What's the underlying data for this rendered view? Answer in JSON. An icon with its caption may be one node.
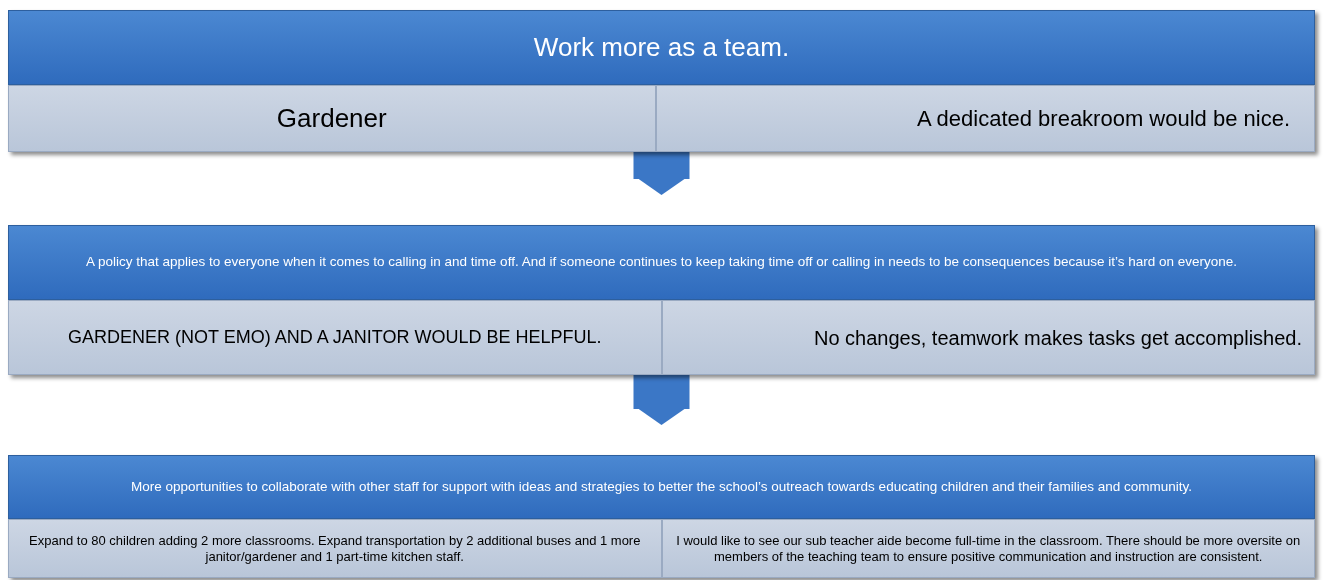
{
  "diagram": {
    "nodes": [
      {
        "text": [
          "Work more as a team."
        ]
      },
      {
        "text": [
          "Gardener"
        ],
        "in": 0
      },
      {
        "text": [
          "A dedicated breakroom would be nice."
        ],
        "in": 0
      },
      {
        "text": [
          "A policy that applies to everyone when it comes to calling in and time off. And if someone continues to keep taking time off or calling in needs to be consequences because it’s hard on everyone."
        ]
      },
      {
        "text": [
          "GARDENER (NOT EMO) AND A JANITOR WOULD BE HELPFUL."
        ],
        "in": 3
      },
      {
        "text": [
          "No changes, teamwork makes tasks get accomplished."
        ],
        "in": 3
      },
      {
        "text": [
          "More opportunities to collaborate with other staff for support with ideas and strategies to better the school’s outreach towards educating children and their families and community."
        ]
      },
      {
        "text": [
          "Expand to 80 children adding 2 more classrooms. Expand transportation by 2 additional buses and 1 more janitor/gardener and 1 part-time kitchen staff."
        ],
        "in": 6
      },
      {
        "text": [
          "I would like to see our sub teacher aide become full-time in the classroom. There should be more oversite on members of the teaching team to ensure positive communication and instruction are consistent."
        ],
        "in": 6
      }
    ],
    "edges": [
      {
        "from": 0,
        "to": 3,
        "arrow": "to"
      },
      {
        "from": 3,
        "to": 6,
        "arrow": "to"
      }
    ]
  }
}
